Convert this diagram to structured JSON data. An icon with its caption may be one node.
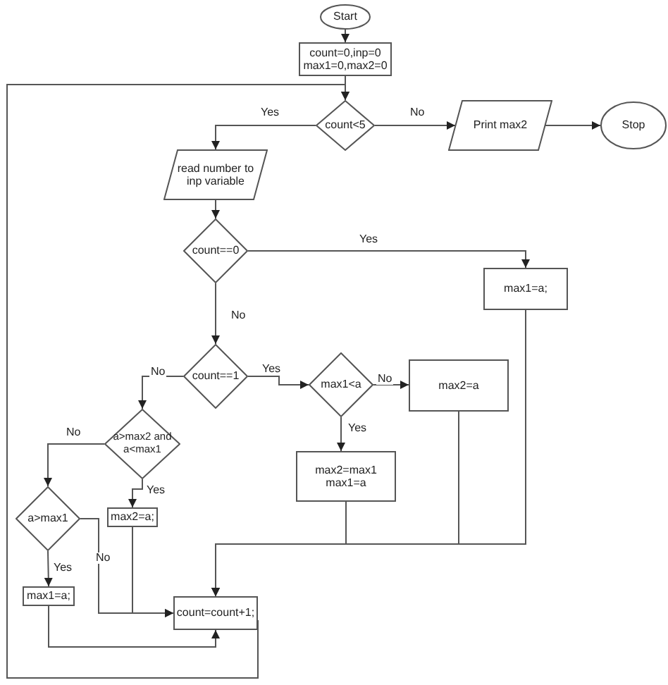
{
  "diagram": {
    "nodes": [
      {
        "text": [
          "Start"
        ]
      },
      {
        "text": [
          "count=0,inp=0 max1=0,max2=0"
        ]
      },
      {
        "text": [
          "count<5"
        ]
      },
      {
        "text": [
          "Print max2"
        ]
      },
      {
        "text": [
          "Stop"
        ]
      },
      {
        "text": [
          "read number to inp variable"
        ]
      },
      {
        "text": [
          "count==0"
        ]
      },
      {
        "text": [
          "max1=a;"
        ]
      },
      {
        "text": [
          "count==1"
        ]
      },
      {
        "text": [
          "max1<a"
        ]
      },
      {
        "text": [
          "max2=a"
        ]
      },
      {
        "text": [
          "a>max2 and a<max1"
        ]
      },
      {
        "text": [
          "max2=max1 max1=a"
        ]
      },
      {
        "text": [
          "a>max1"
        ]
      },
      {
        "text": [
          "max2=a;"
        ]
      },
      {
        "text": [
          "max1=a;"
        ]
      },
      {
        "text": [
          "count=count+1;"
        ]
      }
    ],
    "edges": [
      {
        "from": 0,
        "to": 1,
        "arrow": "to"
      },
      {
        "from": 1,
        "to": 2,
        "arrow": "to"
      },
      {
        "from": 2,
        "to": 5,
        "arrow": "to",
        "label": "Yes"
      },
      {
        "from": 2,
        "to": 3,
        "arrow": "to",
        "label": "No"
      },
      {
        "from": 3,
        "to": 4,
        "arrow": "to"
      },
      {
        "from": 5,
        "to": 6,
        "arrow": "to"
      },
      {
        "from": 6,
        "to": 7,
        "arrow": "to",
        "label": "Yes"
      },
      {
        "from": 6,
        "to": 8,
        "arrow": "to",
        "label": "No"
      },
      {
        "from": 8,
        "to": 9,
        "arrow": "to",
        "label": "Yes"
      },
      {
        "from": 8,
        "to": 11,
        "arrow": "to",
        "label": "No"
      },
      {
        "from": 9,
        "to": 10,
        "arrow": "to",
        "label": "No"
      },
      {
        "from": 9,
        "to": 12,
        "arrow": "to",
        "label": "Yes"
      },
      {
        "from": 11,
        "to": 14,
        "arrow": "to",
        "label": "Yes"
      },
      {
        "from": 11,
        "to": 13,
        "arrow": "to",
        "label": "No"
      },
      {
        "from": 13,
        "to": 15,
        "arrow": "to",
        "label": "Yes"
      },
      {
        "from": 13,
        "to": 16,
        "arrow": "to",
        "label": "No"
      },
      {
        "from": 14,
        "to": 16,
        "arrow": "to"
      },
      {
        "from": 15,
        "to": 16,
        "arrow": "to"
      },
      {
        "from": 12,
        "to": 16,
        "arrow": "to"
      },
      {
        "from": 10,
        "to": 16,
        "arrow": "to"
      },
      {
        "from": 7,
        "to": 16,
        "arrow": "to"
      },
      {
        "from": 16,
        "to": 2,
        "arrow": "to"
      }
    ]
  }
}
